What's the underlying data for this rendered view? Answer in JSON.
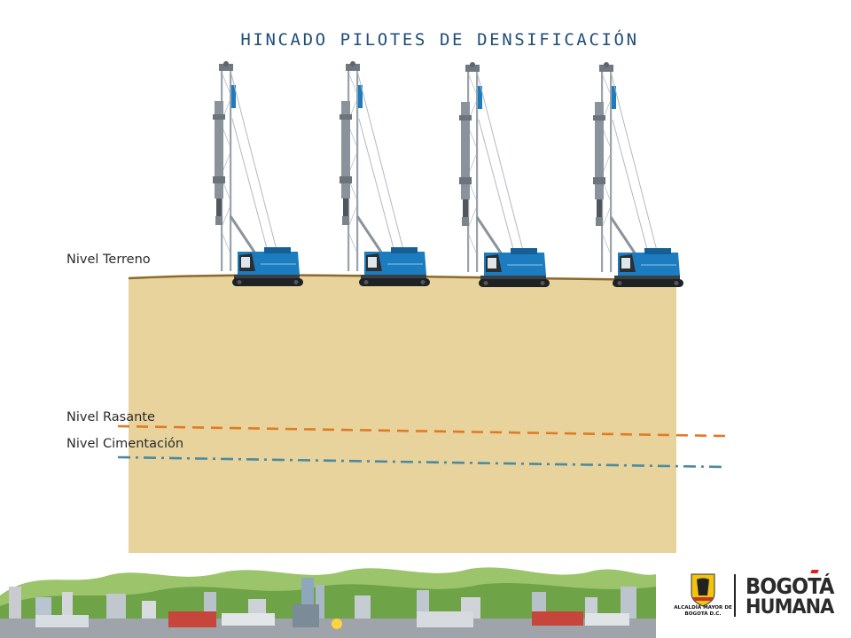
{
  "title": "HINCADO PILOTES DE DENSIFICACIÓN",
  "levels": {
    "terreno": "Nivel Terreno",
    "rasante": "Nivel Rasante",
    "cimentacion": "Nivel Cimentación"
  },
  "colors": {
    "soil": "#e7d39b",
    "ground_line": "#8b6a2b",
    "rasante_line": "#e07b25",
    "cimentacion_line": "#4a8aa1",
    "rig_blue": "#1c7cc0",
    "title": "#1f4e79"
  },
  "rigs": {
    "count": 4
  },
  "logos": {
    "alcaldia": "ALCALDÍA MAYOR DE BOGOTÁ D.C.",
    "bogota_line1": "BOGOTÁ",
    "bogota_line2": "HUMANA"
  }
}
